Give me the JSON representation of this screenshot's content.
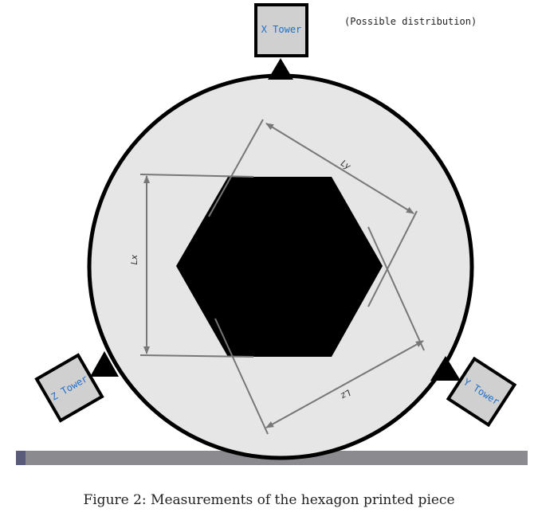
{
  "towers": {
    "x_label": "X Tower",
    "y_label": "Y Tower",
    "z_label": "Z Tower"
  },
  "note": "(Possible distribution)",
  "dimensions": {
    "lx_label": "Lx",
    "ly_label": "Ly",
    "lz_label": "Lz"
  },
  "caption": "Figure 2: Measurements of the hexagon printed piece",
  "colors": {
    "plate": "#e6e6e6",
    "tower_fill": "#d0d0d0",
    "hexagon": "#000000",
    "dimension_line": "#777777",
    "bed_bar": "#8a8a8f",
    "tower_label": "#1f6fc9"
  }
}
